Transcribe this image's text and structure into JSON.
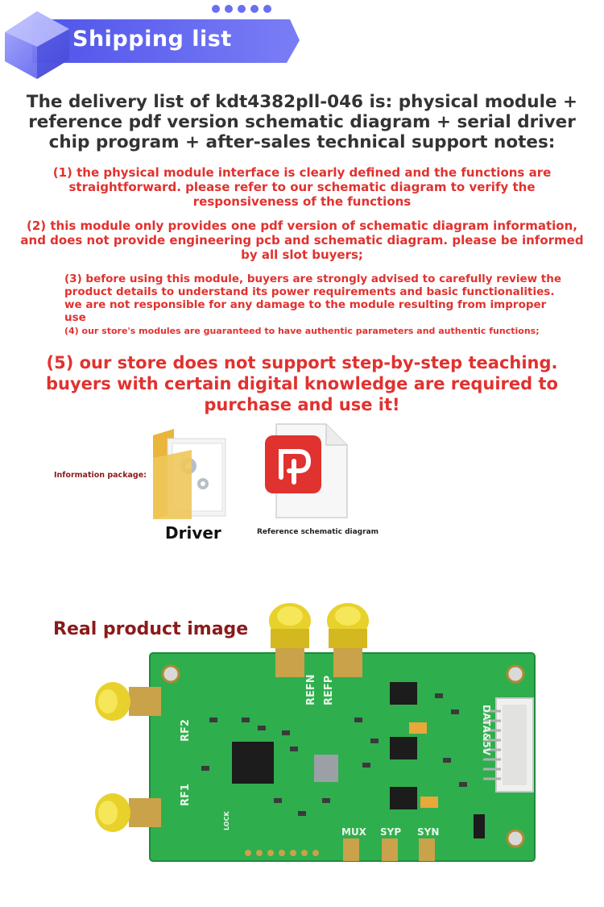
{
  "header": {
    "title": "Shipping list"
  },
  "headline": "The delivery list of kdt4382pll-046 is: physical module + reference pdf version schematic diagram + serial driver chip program + after-sales technical support notes:",
  "notes": {
    "n1": "(1) the physical module interface is clearly defined and the functions are straightforward. please refer to our schematic diagram to verify the responsiveness of the functions",
    "n2": "(2) this module only provides one pdf version of schematic diagram information, and does not provide engineering pcb and schematic diagram. please be informed by all slot buyers;",
    "n3": "(3) before using this module, buyers are strongly advised to carefully review the product details to understand its power requirements and basic functionalities. we are not responsible for any damage to the module resulting from improper use",
    "n4": "(4) our store's modules are guaranteed to have authentic parameters and authentic functions;",
    "n5": "(5) our store does not support step-by-step teaching. buyers with certain digital knowledge are required to purchase and use it!"
  },
  "package": {
    "label": "Information package:",
    "driver_label": "Driver",
    "schematic_label": "Reference schematic diagram"
  },
  "product": {
    "title": "Real product image",
    "silkscreen": {
      "refn": "REFN",
      "refp": "REFP",
      "rf1": "RF1",
      "rf2": "RF2",
      "data": "DATA&5V",
      "mux": "MUX",
      "syp": "SYP",
      "syn": "SYN",
      "lock": "LOCK"
    }
  },
  "colors": {
    "banner": "#5b5ff0",
    "accent_red": "#e0322f",
    "dark_red": "#8b1a1a",
    "pcb_green": "#2fae4e"
  }
}
